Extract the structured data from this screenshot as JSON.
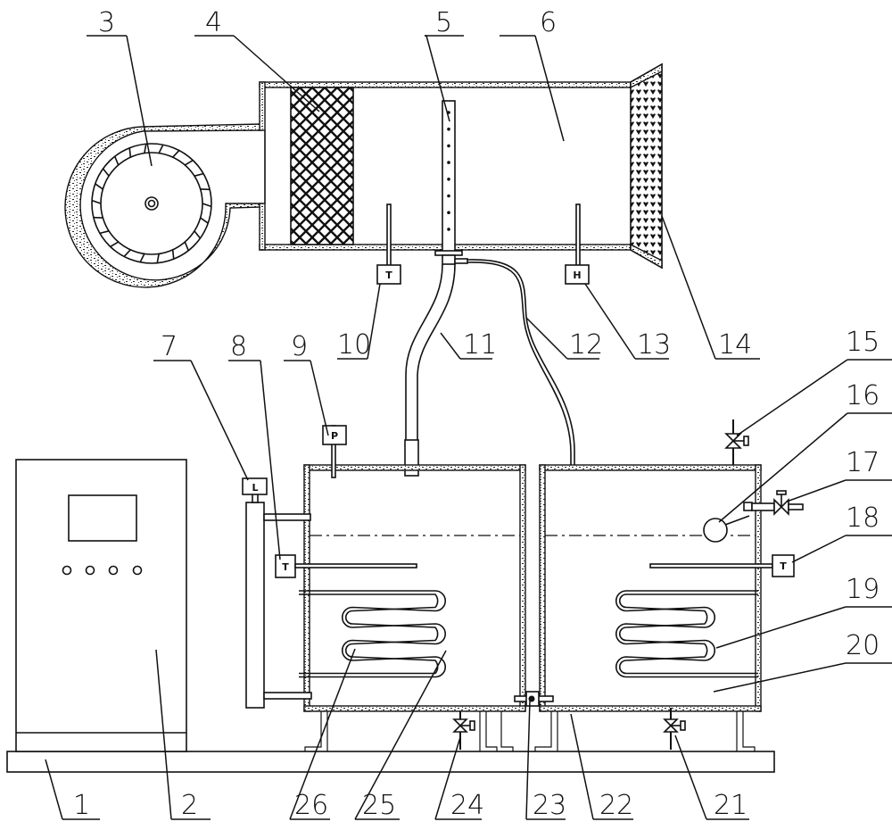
{
  "figure": {
    "title": "Humidification test apparatus schematic",
    "callouts": [
      {
        "num": "1",
        "part": "base"
      },
      {
        "num": "2",
        "part": "control-cabinet"
      },
      {
        "num": "3",
        "part": "centrifugal-fan"
      },
      {
        "num": "4",
        "part": "filter-mesh"
      },
      {
        "num": "5",
        "part": "spray-pipe"
      },
      {
        "num": "6",
        "part": "air-duct"
      },
      {
        "num": "7",
        "part": "level-sensor"
      },
      {
        "num": "8",
        "part": "temperature-sensor"
      },
      {
        "num": "9",
        "part": "pressure-sensor"
      },
      {
        "num": "10",
        "part": "duct-temperature-sensor"
      },
      {
        "num": "11",
        "part": "steam-hose"
      },
      {
        "num": "12",
        "part": "water-hose"
      },
      {
        "num": "13",
        "part": "humidity-sensor"
      },
      {
        "num": "14",
        "part": "outlet-grille"
      },
      {
        "num": "15",
        "part": "vent-valve"
      },
      {
        "num": "16",
        "part": "float-ball"
      },
      {
        "num": "17",
        "part": "inlet-valve"
      },
      {
        "num": "18",
        "part": "tank-temperature-sensor"
      },
      {
        "num": "19",
        "part": "heating-coil-right"
      },
      {
        "num": "20",
        "part": "water-tank"
      },
      {
        "num": "21",
        "part": "drain-valve-right"
      },
      {
        "num": "22",
        "part": "insulation-layer"
      },
      {
        "num": "23",
        "part": "check-valve"
      },
      {
        "num": "24",
        "part": "drain-valve-left"
      },
      {
        "num": "25",
        "part": "steam-generator-tank"
      },
      {
        "num": "26",
        "part": "heating-coil-left"
      }
    ],
    "instruments": {
      "duct_temp": "T",
      "duct_humidity": "H",
      "pressure": "P",
      "level": "L",
      "tank_temp_left": "T",
      "tank_temp_right": "T"
    },
    "control_panel": {
      "indicator_lights": 4
    }
  }
}
